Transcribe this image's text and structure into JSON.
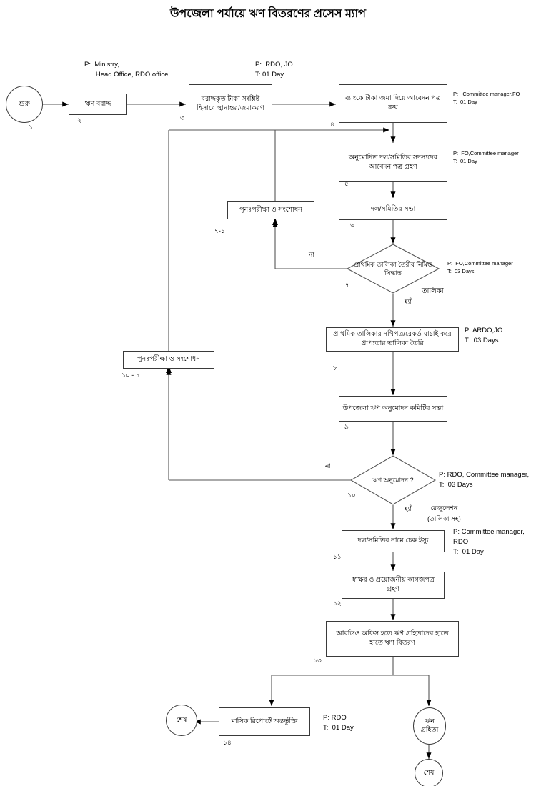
{
  "title": "উপজেলা পর্যায়ে ঋণ বিতরণের প্রসেস ম্যাপ",
  "colors": {
    "stroke": "#3a3a3a",
    "text": "#000000",
    "background": "#ffffff"
  },
  "nodes": {
    "start": {
      "label": "শুরু",
      "number": "১",
      "type": "terminator"
    },
    "n2": {
      "label": "ঋণ বরাদ্দ",
      "number": "২",
      "type": "process"
    },
    "n3": {
      "label": "বরাদ্দকৃত টাকা সংশ্লিষ্ট হিসাবে স্থানান্তর/জমাকরণ",
      "number": "৩",
      "type": "process"
    },
    "n4": {
      "label": "ব্যাংকে টাকা জমা দিয়ে আবেদন পত্র ক্রয়",
      "number": "৪",
      "type": "process"
    },
    "n5": {
      "label": "অনুমোদিত দল/সমিতির সদস্যদের আবেদন পত্র গ্রহণ",
      "number": "৫",
      "type": "process"
    },
    "n6": {
      "label": "দল/সমিতির সভা",
      "number": "৬",
      "type": "process"
    },
    "n7": {
      "label": "প্রাথমিক তালিকা তৈরীর নিমিত্ত সিদ্ধান্ত",
      "number": "৭",
      "type": "decision"
    },
    "n7_1": {
      "label": "পুনঃপরীক্ষা ও সংশোধন",
      "number": "৭-১",
      "type": "process"
    },
    "n8": {
      "label": "প্রাথমিক তালিকার নথিপত্র/রেকর্ড যাচাই করে প্রাপ্যতার তালিকা তৈরি",
      "number": "৮",
      "type": "process"
    },
    "n9": {
      "label": "উপজেলা ঋণ অনুমোদন কমিটির সভা",
      "number": "৯",
      "type": "process"
    },
    "n10": {
      "label": "ঋণ অনুমোদন ?",
      "number": "১০",
      "type": "decision"
    },
    "n10_1": {
      "label": "পুনঃপরীক্ষা ও সংশোধন",
      "number": "১০ - ১",
      "type": "process"
    },
    "n11": {
      "label": "দল/সমিতির নামে চেক ইস্যু",
      "number": "১১",
      "type": "process"
    },
    "n12": {
      "label": "স্বাক্ষর ও প্রয়োজনীয় কাগজপত্র গ্রহণ",
      "number": "১২",
      "type": "process"
    },
    "n13": {
      "label": "আরডিও অফিস হতে ঋণ  গ্রহিতাদের হাতে হাতে ঋণ  বিতরণ",
      "number": "১৩",
      "type": "process"
    },
    "n14": {
      "label": "মাসিক রিপোর্টে অন্তর্ভুক্তি",
      "number": "১৪",
      "type": "process"
    },
    "end_left": {
      "label": "শেষ",
      "type": "terminator"
    },
    "borrower": {
      "label": "ঋন\nগ্রহিতা",
      "type": "terminator"
    },
    "end_bottom": {
      "label": "শেষ",
      "type": "terminator"
    }
  },
  "annotations": {
    "a2": "P:  Ministry,\n      Head Office, RDO office",
    "a3": "P:  RDO, JO\nT: 01 Day",
    "a4": "P:   Committee manager,FO\nT:  01 Day",
    "a5": "P:  FO,Committee manager\nT:  01 Day",
    "a7": "P:  FO,Committee manager\nT:  03 Days",
    "a8": "P: ARDO,JO\nT:  03 Days",
    "a10": "P: RDO, Committee manager,\nT:  03 Days",
    "a11": "P: Committee manager,\nRDO\nT:  01 Day",
    "a14": "P: RDO\nT:  01 Day"
  },
  "edge_labels": {
    "no_7": "না",
    "yes_7": "হ্যাঁ",
    "list_7": "তালিকা",
    "no_10": "না",
    "yes_10": "হ্যাঁ",
    "resolution_10": "রেজুলেশন\n(তালিকা সহ)"
  }
}
